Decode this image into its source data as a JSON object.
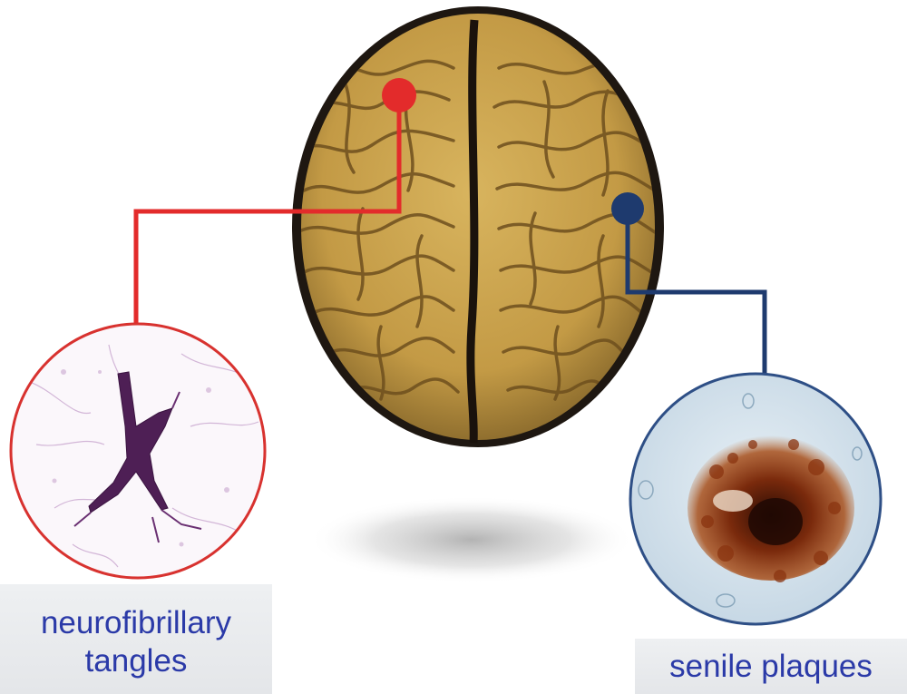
{
  "figure": {
    "callouts": [
      {
        "id": "left",
        "label_lines": [
          "neurofibrillary",
          "tangles"
        ],
        "color": "#e32b2b"
      },
      {
        "id": "right",
        "label_lines": [
          "senile plaques"
        ],
        "color": "#1e3a6e"
      }
    ]
  },
  "colors": {
    "label_text": "#2b3aa8",
    "label_bg": "#e8eaed",
    "brain_tissue": "#c9a24c",
    "brain_dark": "#2a2018",
    "tangle_stain": "#5a2a5c",
    "plaque_stain": "#8a3410",
    "plaque_bg": "#dce8f0"
  }
}
